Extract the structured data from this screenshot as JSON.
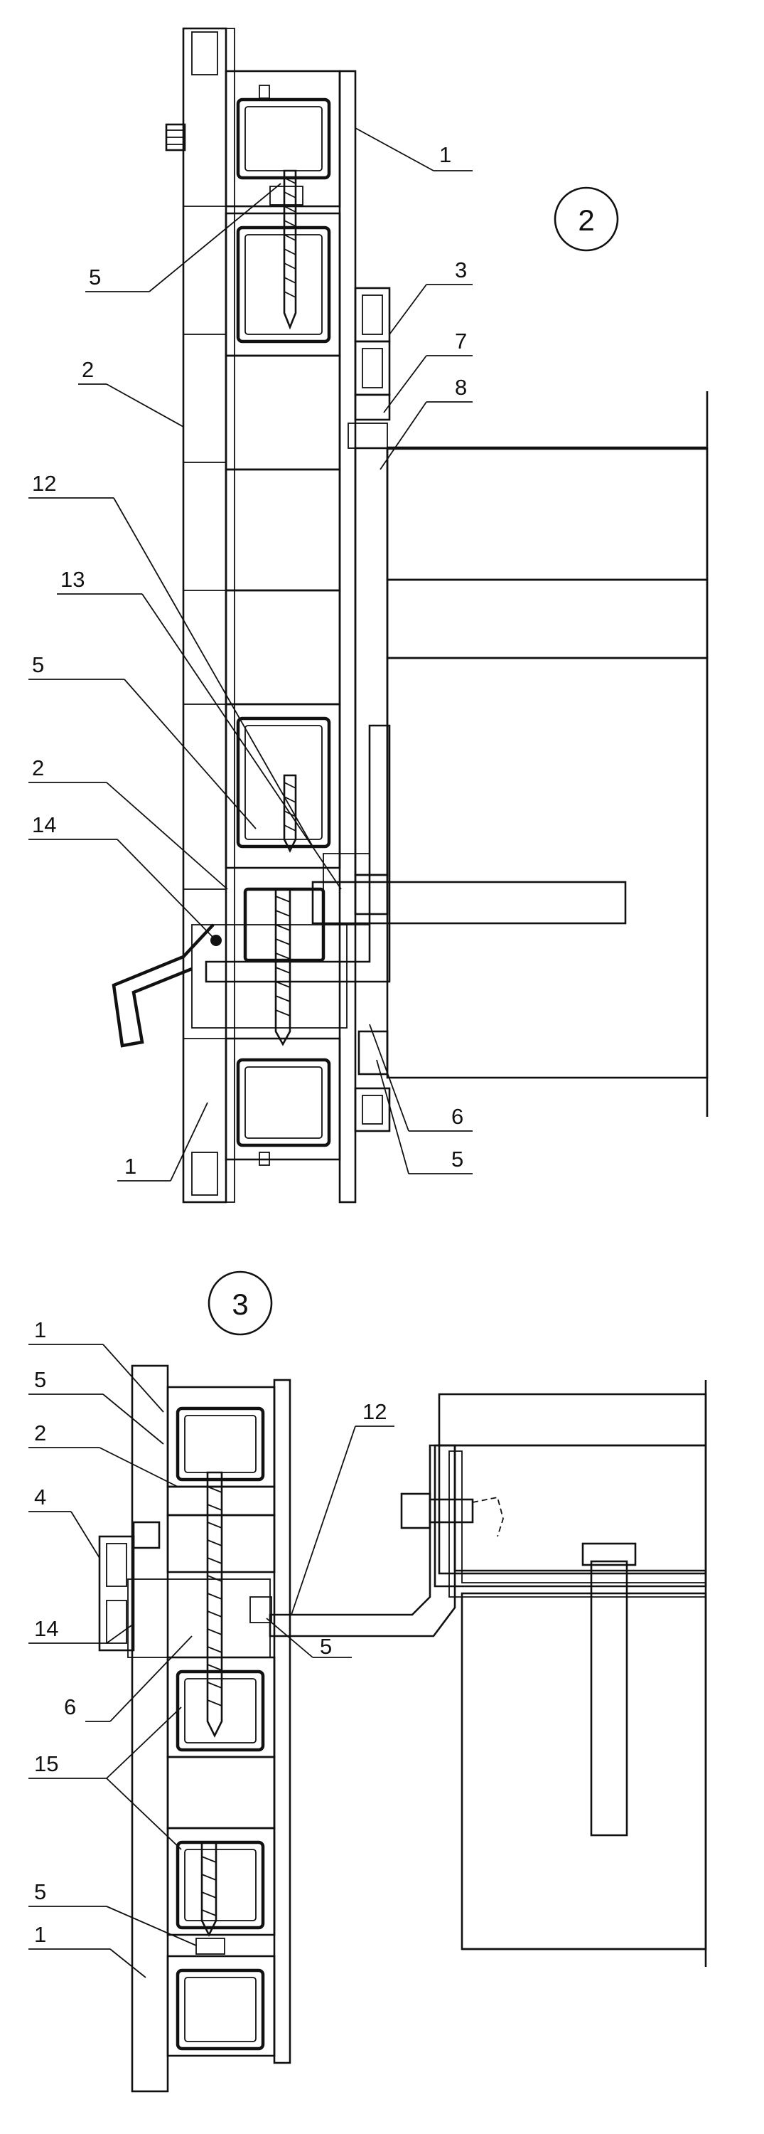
{
  "detail_2": {
    "badge": "2",
    "callouts": [
      "1",
      "5",
      "2",
      "3",
      "7",
      "8",
      "12",
      "13",
      "5",
      "2",
      "14",
      "6",
      "5",
      "1"
    ]
  },
  "detail_3": {
    "badge": "3",
    "callouts": [
      "1",
      "5",
      "2",
      "4",
      "14",
      "12",
      "5",
      "6",
      "15",
      "5",
      "1"
    ]
  }
}
